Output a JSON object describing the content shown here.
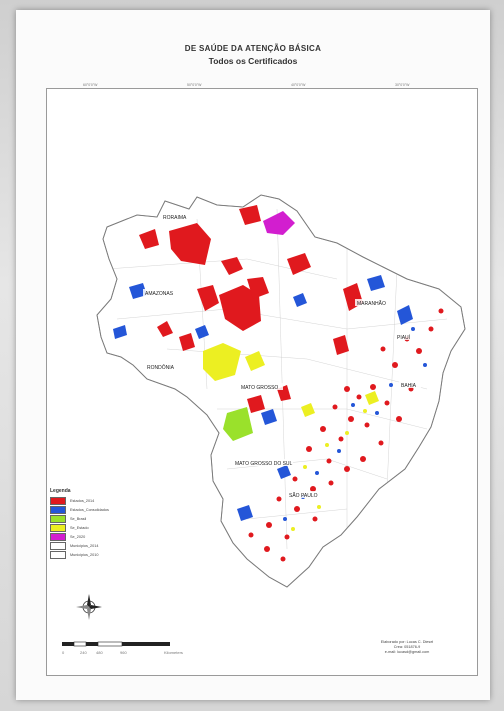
{
  "title": {
    "line1": "DE SAÚDE DA ATENÇÃO BÁSICA",
    "line2": "Todos os Certificados"
  },
  "colors": {
    "red": "#e0191e",
    "blue": "#2456d8",
    "green": "#9ae12b",
    "yellow": "#ecef22",
    "magenta": "#d21ecf",
    "outline": "#8a8a8a"
  },
  "legend": {
    "title": "Legenda",
    "items": [
      {
        "label": "Estados_2014",
        "color": "#e0191e"
      },
      {
        "label": "Estados_Consolidados",
        "color": "#2456d8"
      },
      {
        "label": "Se_Brasil",
        "color": "#9ae12b"
      },
      {
        "label": "Se_Estado",
        "color": "#ecef22"
      },
      {
        "label": "Se_2020",
        "color": "#d21ecf"
      },
      {
        "label": "Municipios_2014",
        "color": "#ffffff"
      },
      {
        "label": "Municipios_2010",
        "color": "#ffffff"
      }
    ]
  },
  "state_labels": [
    "RORAIMA",
    "AMAZONAS",
    "RONDÔNIA",
    "MATO GROSSO",
    "MATO GROSSO DO SUL",
    "BAHIA",
    "MARANHÃO",
    "PIAUÍ",
    "SÃO PAULO"
  ],
  "scale": {
    "ticks": [
      "0",
      "240",
      "480",
      "960"
    ],
    "unit": "Kilometers"
  },
  "credits": {
    "line1": "Elaborado por: Lucas C. Diesel",
    "line2": "Crea: 051876-9",
    "line3": "e-mail: lucasd@gmail.com"
  },
  "grid_ticks": [
    "60°0'0\"W",
    "50°0'0\"W",
    "40°0'0\"W",
    "30°0'0\"W"
  ]
}
